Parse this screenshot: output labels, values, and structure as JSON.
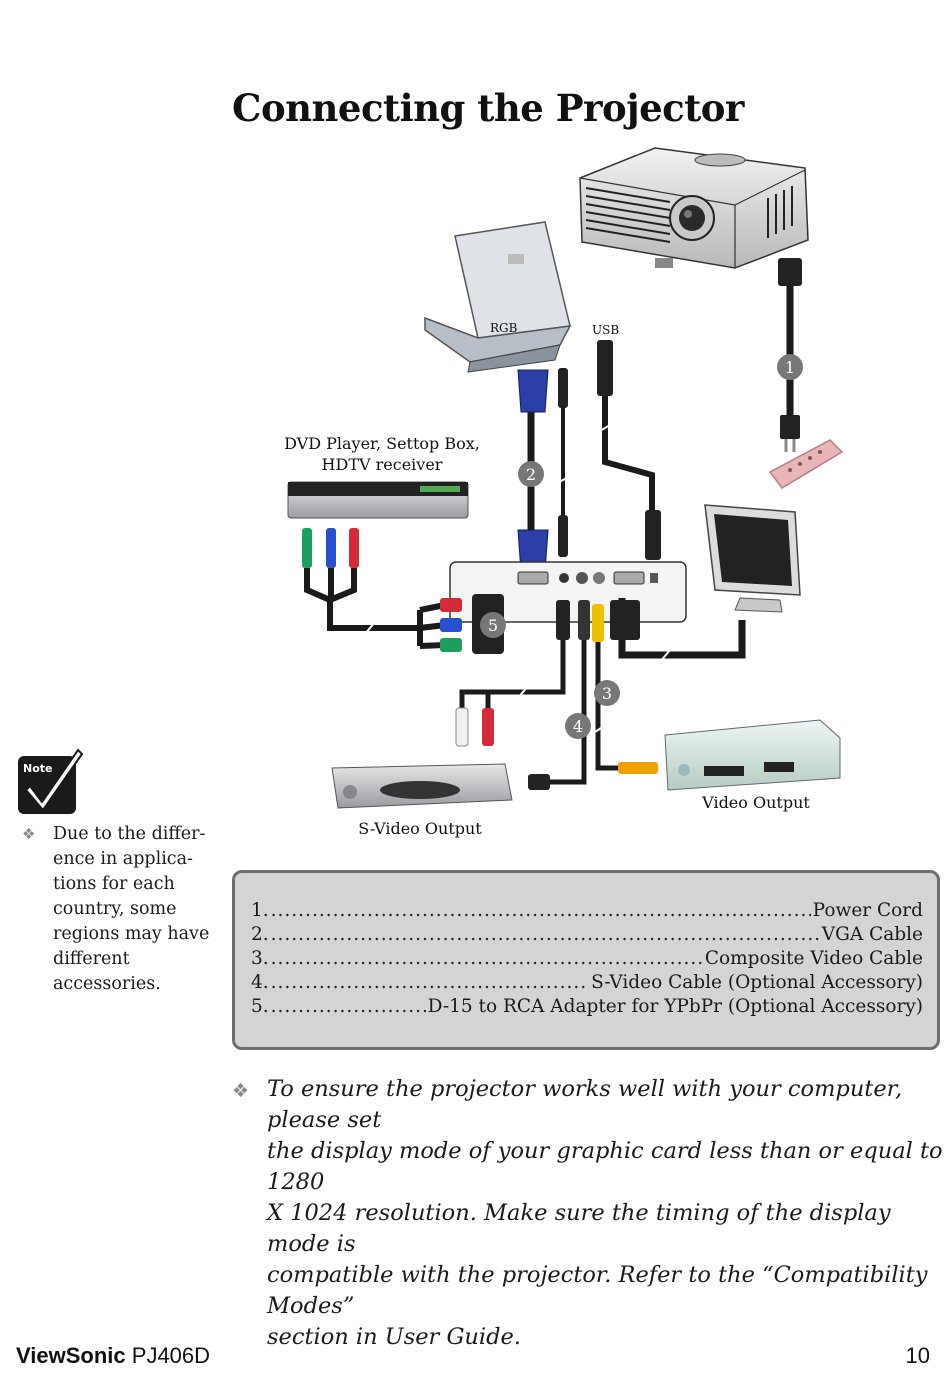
{
  "page": {
    "title": "Connecting the Projector"
  },
  "diagram": {
    "labels": {
      "rgb": "RGB",
      "usb": "USB",
      "dvd_line1": "DVD Player, Settop Box,",
      "dvd_line2": "HDTV receiver",
      "video_output": "Video Output",
      "svideo_output": "S-Video Output"
    },
    "callouts": [
      "1",
      "2",
      "3",
      "4",
      "5"
    ],
    "devices": [
      "projector-icon",
      "laptop-icon",
      "dvd-player-icon",
      "monitor-icon",
      "power-strip-icon",
      "svideo-vcr-icon",
      "video-vcr-icon"
    ]
  },
  "note": {
    "icon_label": "Note",
    "bullet": "❖",
    "lines": [
      "Due to the differ-",
      "ence in applica-",
      "tions for each",
      "country, some",
      "regions may have",
      "different",
      "accessories."
    ]
  },
  "legend": {
    "items": [
      {
        "num": "1.",
        "text": "Power Cord"
      },
      {
        "num": "2.",
        "text": "VGA Cable"
      },
      {
        "num": "3.",
        "text": "Composite Video Cable"
      },
      {
        "num": "4.",
        "text": "S-Video Cable (Optional Accessory)"
      },
      {
        "num": "5.",
        "text": "D-15 to RCA Adapter for YPbPr (Optional Accessory)"
      }
    ]
  },
  "tip": {
    "bullet": "❖",
    "lines": [
      "To ensure the projector works well with your computer, please set",
      "the display mode of your graphic card less than or equal to 1280",
      "X 1024 resolution. Make sure the timing of the display mode is",
      "compatible with the projector.  Refer to the “Compatibility Modes”",
      "section in User Guide."
    ]
  },
  "footer": {
    "brand": "ViewSonic",
    "model": "PJ406D",
    "page_number": "10"
  },
  "colors": {
    "legend_bg": "#d4d4d4",
    "legend_border": "#6e6e6e",
    "callout": "#777777",
    "cable": "#1a1a1a",
    "vga_blue": "#2a3fa8",
    "rca_red": "#d42a3a",
    "rca_green": "#1aa05a",
    "rca_blue": "#2a4fd0",
    "rca_yellow": "#f0c000",
    "power_strip": "#e8b5b8"
  }
}
